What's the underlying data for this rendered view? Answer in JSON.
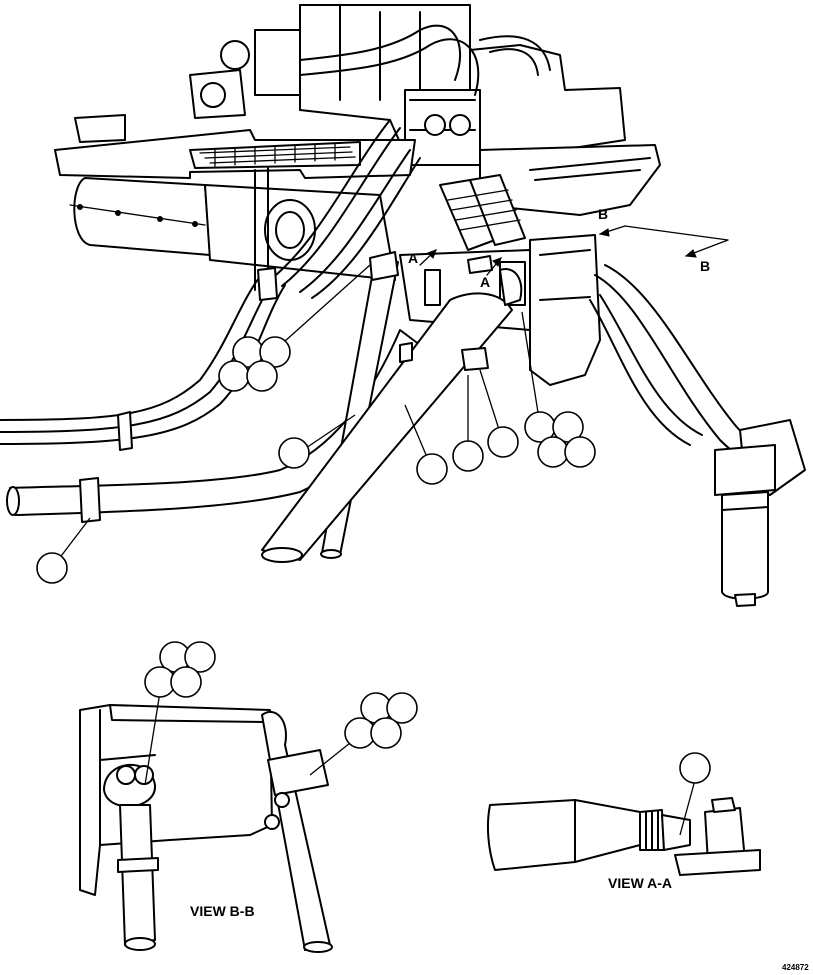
{
  "labels": {
    "view_bb": "VIEW B-B",
    "view_aa": "VIEW A-A",
    "section_a_1": "A",
    "section_a_2": "A",
    "section_b_1": "B",
    "section_b_2": "B",
    "figure_number": "424872"
  },
  "icons": {
    "callout_circle": "callout-circle",
    "section_arrow": "section-arrow"
  }
}
